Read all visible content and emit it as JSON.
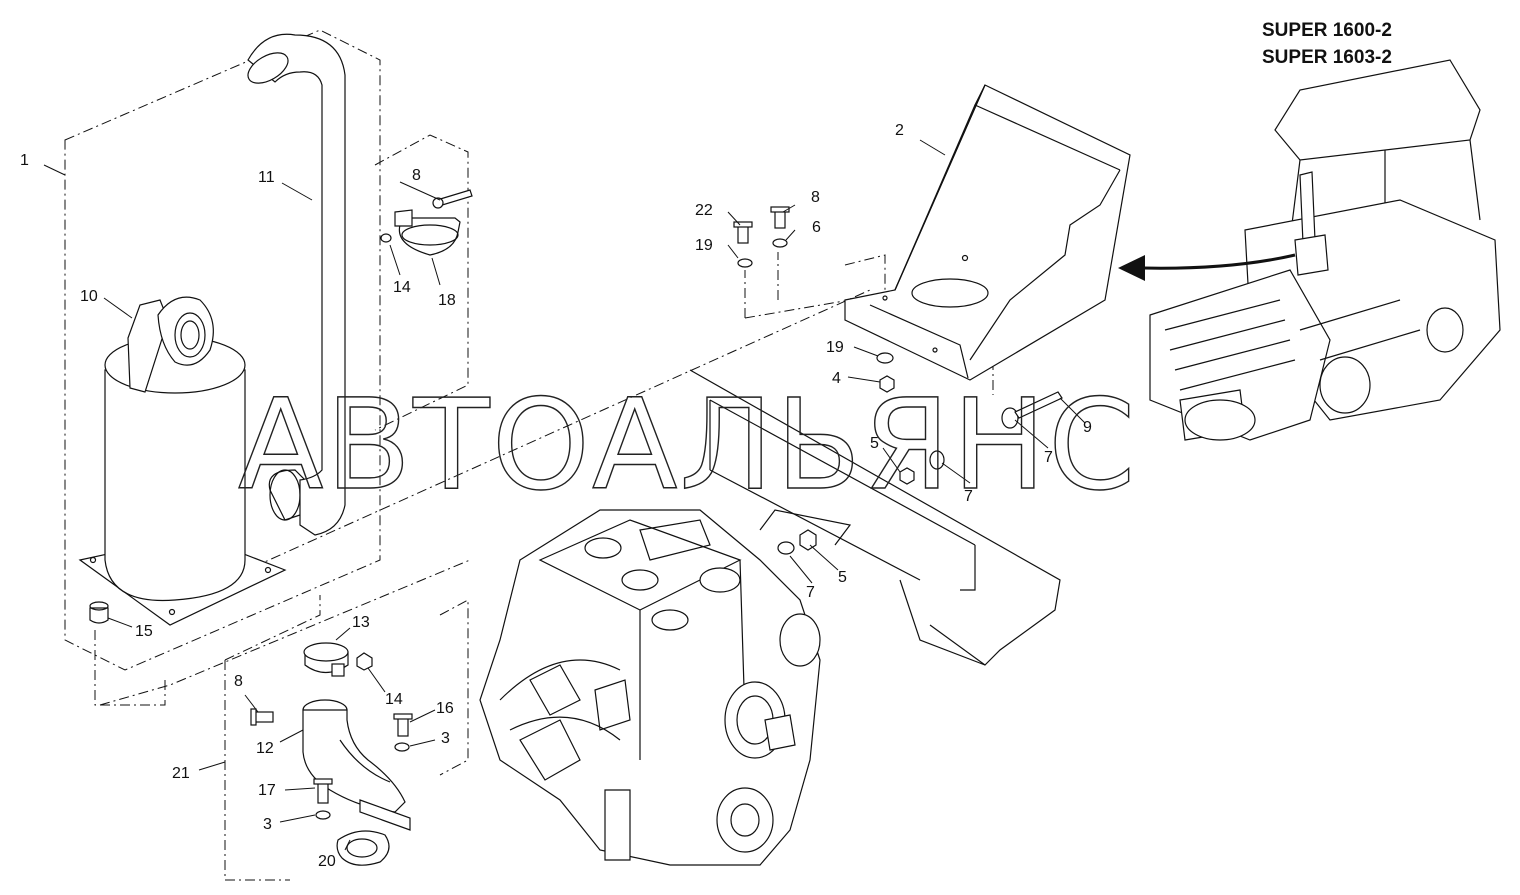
{
  "models": [
    "SUPER 1600-2",
    "SUPER 1603-2"
  ],
  "watermark": "АВТОАЛЬЯНС",
  "labels": {
    "l1": "1",
    "l2": "2",
    "l3a": "3",
    "l3b": "3",
    "l4": "4",
    "l5a": "5",
    "l5b": "5",
    "l6": "6",
    "l7a": "7",
    "l7b": "7",
    "l7c": "7",
    "l8a": "8",
    "l8b": "8",
    "l8c": "8",
    "l9": "9",
    "l10": "10",
    "l11": "11",
    "l12": "12",
    "l13": "13",
    "l14a": "14",
    "l14b": "14",
    "l15": "15",
    "l16": "16",
    "l17": "17",
    "l18": "18",
    "l19a": "19",
    "l19b": "19",
    "l20": "20",
    "l21": "21",
    "l22": "22"
  }
}
